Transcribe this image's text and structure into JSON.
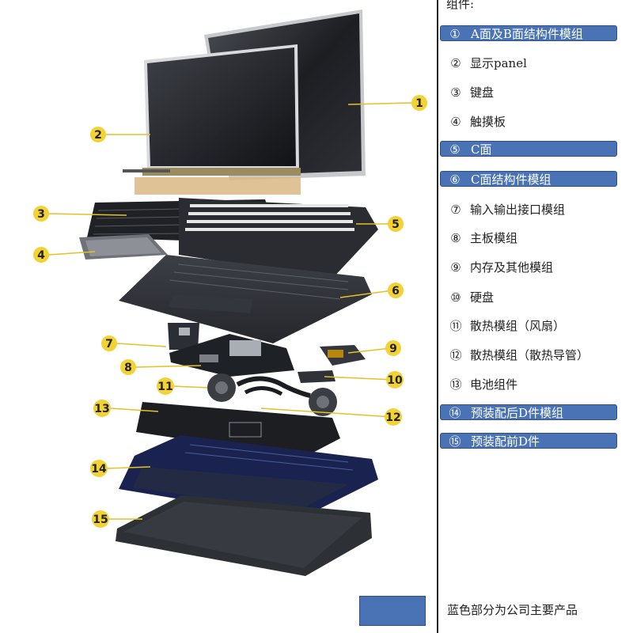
{
  "legend": {
    "title": "组件:",
    "items": [
      {
        "num": "①",
        "label": "A面及B面结构件模组",
        "highlighted": true
      },
      {
        "num": "②",
        "label": "显示panel",
        "highlighted": false
      },
      {
        "num": "③",
        "label": "键盘",
        "highlighted": false
      },
      {
        "num": "④",
        "label": "触摸板",
        "highlighted": false
      },
      {
        "num": "⑤",
        "label": "C面",
        "highlighted": true
      },
      {
        "num": "⑥",
        "label": "C面结构件模组",
        "highlighted": true
      },
      {
        "num": "⑦",
        "label": "输入输出接口模组",
        "highlighted": false
      },
      {
        "num": "⑧",
        "label": "主板模组",
        "highlighted": false
      },
      {
        "num": "⑨",
        "label": "内存及其他模组",
        "highlighted": false
      },
      {
        "num": "⑩",
        "label": "硬盘",
        "highlighted": false
      },
      {
        "num": "⑪",
        "label": "散热模组（风扇）",
        "highlighted": false
      },
      {
        "num": "⑫",
        "label": "散热模组（散热导管）",
        "highlighted": false
      },
      {
        "num": "⑬",
        "label": "电池组件",
        "highlighted": false
      },
      {
        "num": "⑭",
        "label": "预装配后D件模组",
        "highlighted": true
      },
      {
        "num": "⑮",
        "label": "预装配前D件",
        "highlighted": true
      }
    ]
  },
  "key": {
    "text": "蓝色部分为公司主要产品",
    "color": "#4a73b5"
  },
  "callouts": [
    "1",
    "2",
    "3",
    "4",
    "5",
    "6",
    "7",
    "8",
    "9",
    "10",
    "11",
    "12",
    "13",
    "14",
    "15"
  ],
  "colors": {
    "highlight": "#4a73b5",
    "callout_fill": "#f3d233",
    "component_dark": "#2c2f35"
  }
}
